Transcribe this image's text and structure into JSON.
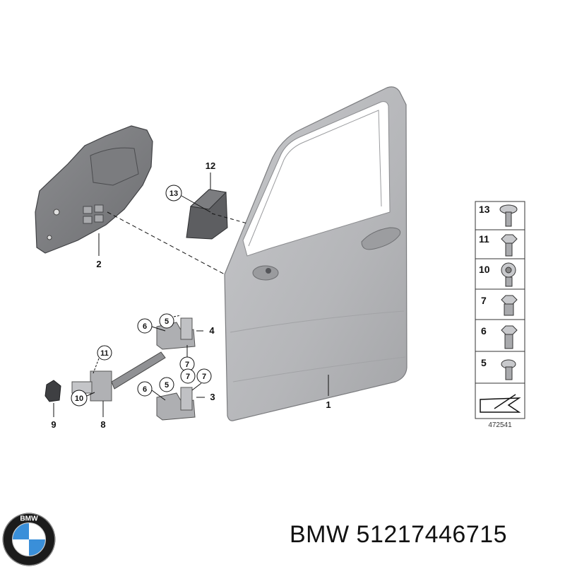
{
  "diagram": {
    "figure_id": "472541",
    "callouts": {
      "door": "1",
      "panel": "2",
      "hinge_lower": "3",
      "hinge_upper": "4",
      "screw_5a": "5",
      "screw_5b": "5",
      "screw_6a": "6",
      "screw_6b": "6",
      "screw_7a": "7",
      "screw_7b": "7",
      "screw_7c": "7",
      "check_strap": "8",
      "buffer": "9",
      "screw_10": "10",
      "screw_11": "11",
      "bracket": "12",
      "screw_13": "13"
    },
    "legend": [
      {
        "number": "13"
      },
      {
        "number": "11"
      },
      {
        "number": "10"
      },
      {
        "number": "7"
      },
      {
        "number": "6"
      },
      {
        "number": "5"
      }
    ]
  },
  "footer": {
    "brand": "BMW",
    "part_number": "51217446715",
    "logo_letters": "BMW"
  },
  "colors": {
    "door": "#b8b9bd",
    "part_dark": "#5d5e61",
    "brand_blue": "#3a8fd9"
  }
}
